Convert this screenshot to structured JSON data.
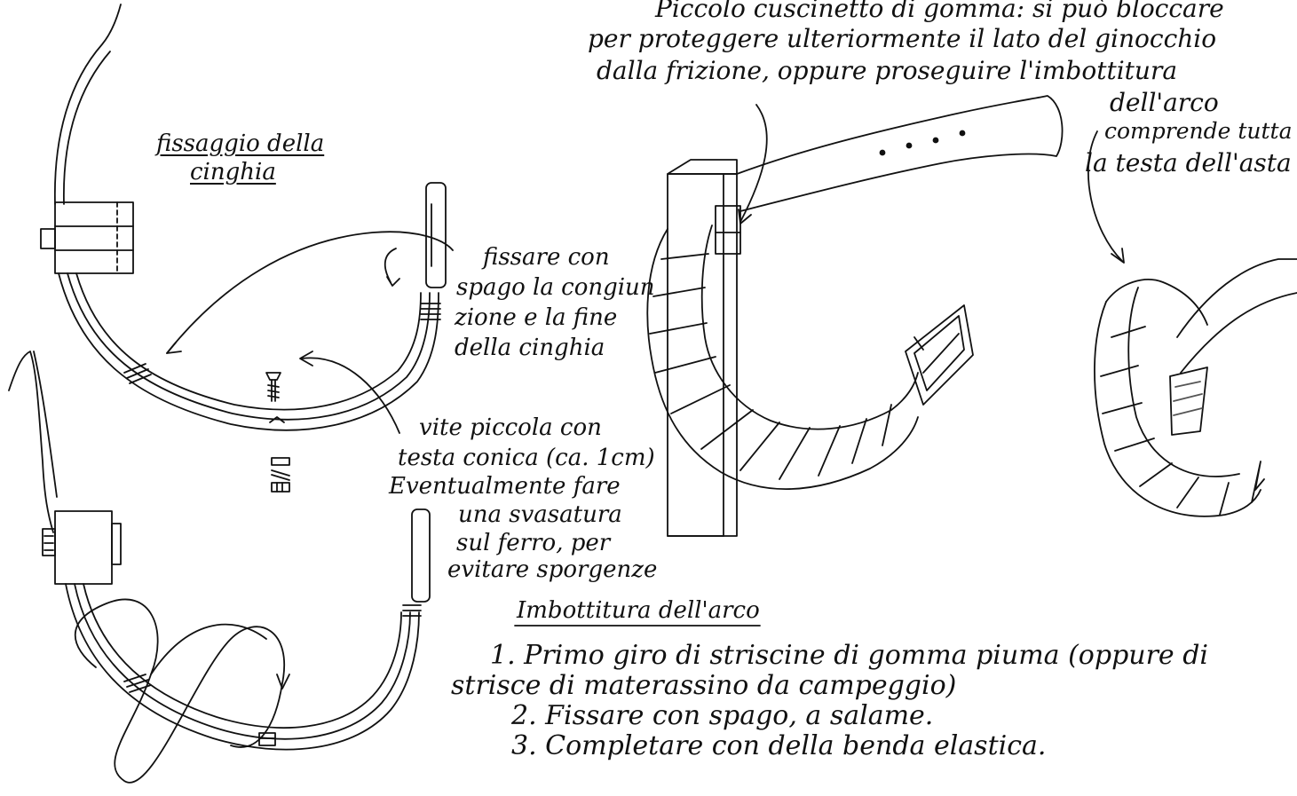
{
  "labels": {
    "strap_fixing_title_line1": "fissaggio della",
    "strap_fixing_title_line2": "cinghia",
    "cushion_note_line1": "Piccolo cuscinetto di gomma: si può bloccare",
    "cushion_note_line2": "per proteggere ulteriormente il lato del ginocchio",
    "cushion_note_line3": "dalla frizione, oppure proseguire l'imbottitura",
    "cushion_note_line4": "dell'arco",
    "head_note_line1": "comprende tutta",
    "head_note_line2": "la testa dell'asta",
    "twine_note_line1": "fissare con",
    "twine_note_line2": "spago la congiun",
    "twine_note_line3": "zione e la fine",
    "twine_note_line4": "della cinghia",
    "screw_note_line1": "vite piccola con",
    "screw_note_line2": "testa conica (ca. 1cm)",
    "screw_note_line3": "Eventualmente fare",
    "screw_note_line4": "una svasatura",
    "screw_note_line5": "sul ferro, per",
    "screw_note_line6": "evitare sporgenze"
  },
  "padding_section": {
    "title": "Imbottitura dell'arco",
    "steps": [
      "1. Primo giro di striscine di gomma piuma (oppure di",
      "strisce di materassino da campeggio)",
      "2. Fissare con spago, a salame.",
      "3. Completare con della benda elastica."
    ]
  },
  "colors": {
    "ink": "#111111",
    "paper": "#ffffff",
    "hatch": "#555555"
  }
}
